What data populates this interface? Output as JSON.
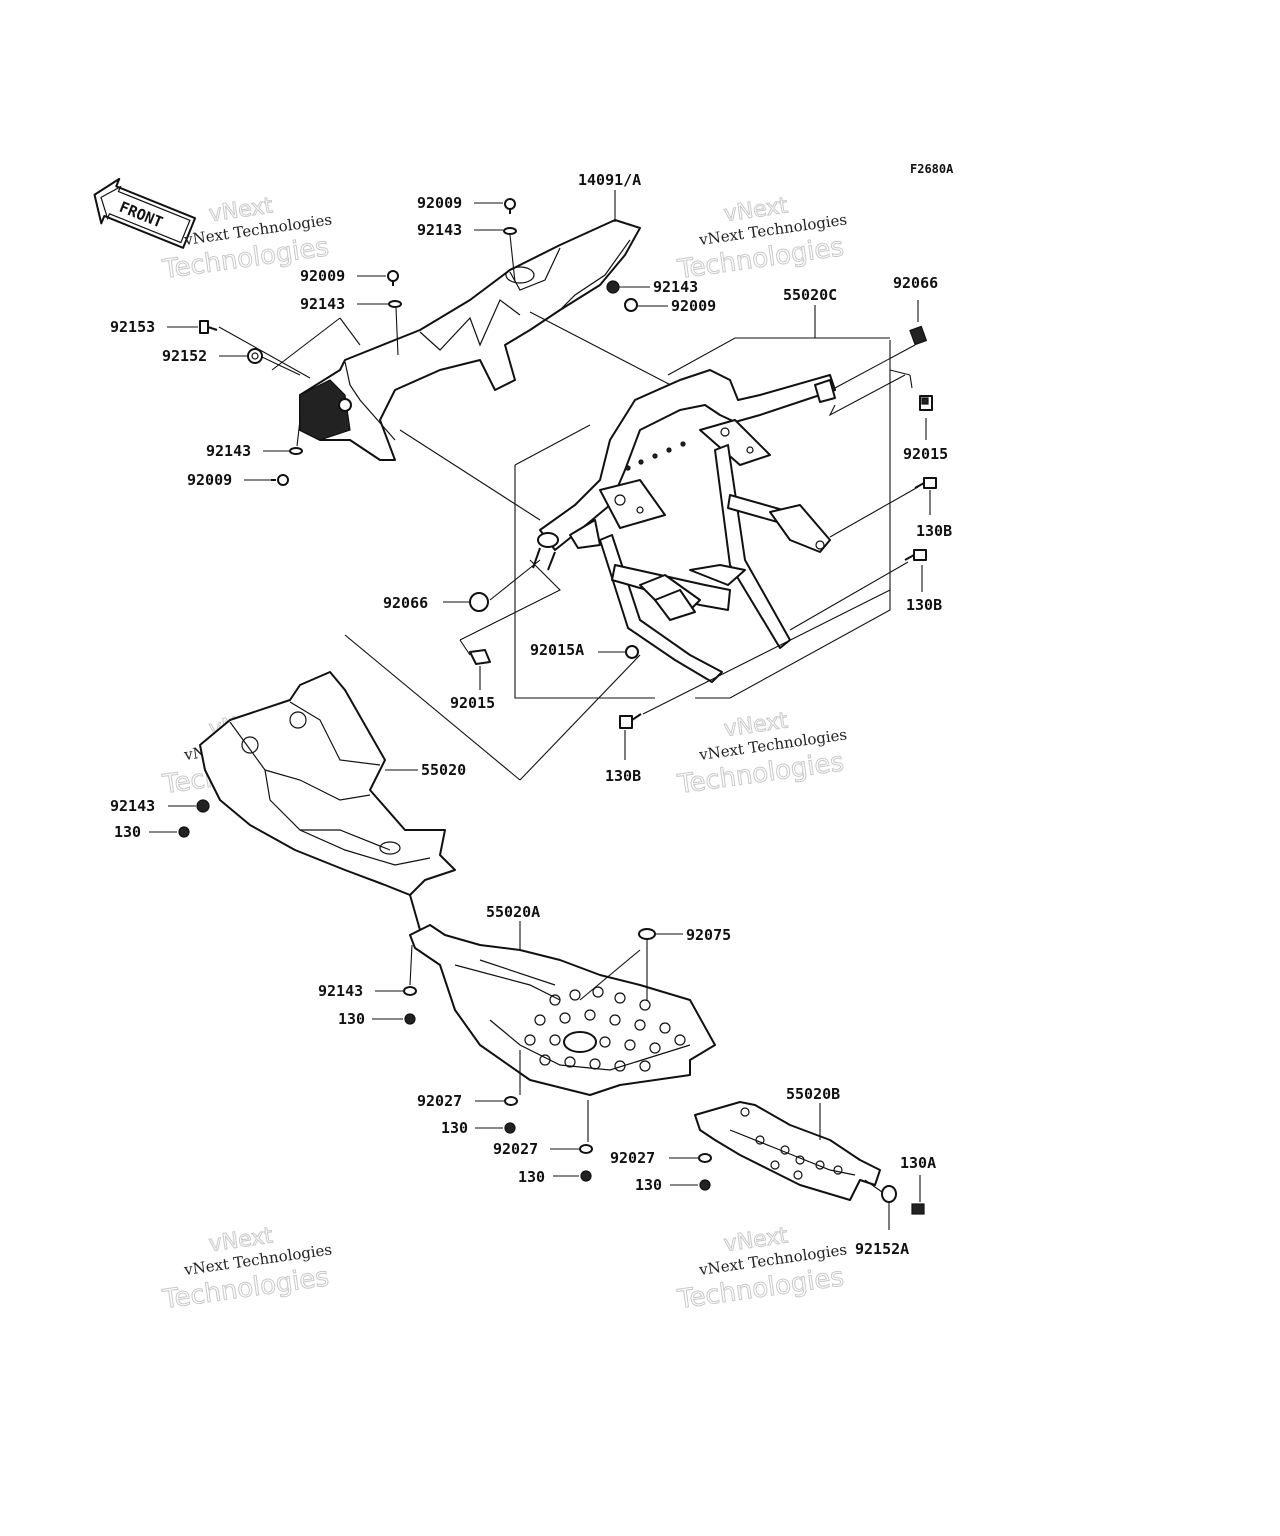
{
  "figure_code": "F2680A",
  "front_arrow_label": "FRONT",
  "watermark": {
    "small": "vNext Technologies",
    "brand": "vNext",
    "big": "Technologies"
  },
  "labels": {
    "l_14091A": "14091/A",
    "l_92009_a": "92009",
    "l_92143_a": "92143",
    "l_92009_b": "92009",
    "l_92143_b": "92143",
    "l_92153": "92153",
    "l_92152": "92152",
    "l_92143_c": "92143",
    "l_92009_c": "92009",
    "l_92143_d": "92143",
    "l_92009_d": "92009",
    "l_55020C": "55020C",
    "l_92066_a": "92066",
    "l_92015_a": "92015",
    "l_130B_a": "130B",
    "l_130B_b": "130B",
    "l_92066_b": "92066",
    "l_92015A": "92015A",
    "l_92015_b": "92015",
    "l_130B_c": "130B",
    "l_55020": "55020",
    "l_92143_e": "92143",
    "l_130_a": "130",
    "l_55020A": "55020A",
    "l_92075": "92075",
    "l_92143_f": "92143",
    "l_130_b": "130",
    "l_92027_a": "92027",
    "l_130_c": "130",
    "l_92027_b": "92027",
    "l_130_d": "130",
    "l_55020B": "55020B",
    "l_92027_c": "92027",
    "l_130_e": "130",
    "l_130A": "130A",
    "l_92152A": "92152A"
  }
}
